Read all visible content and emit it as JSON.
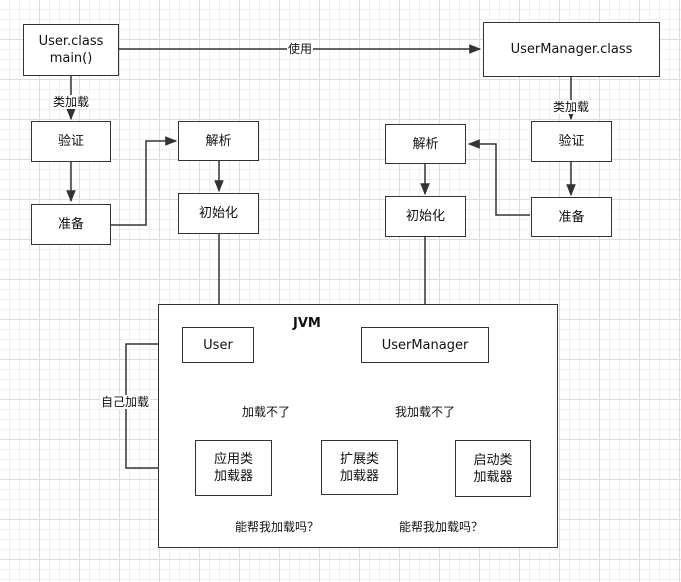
{
  "nodes": {
    "user_class": "User.class\nmain()",
    "usermanager_class": "UserManager.class",
    "verify_left": "验证",
    "prepare_left": "准备",
    "parse_left": "解析",
    "init_left": "初始化",
    "parse_right": "解析",
    "init_right": "初始化",
    "verify_right": "验证",
    "prepare_right": "准备",
    "jvm_title": "JVM",
    "user": "User",
    "usermanager": "UserManager",
    "app_loader": "应用类\n加载器",
    "ext_loader": "扩展类\n加载器",
    "boot_loader": "启动类\n加载器"
  },
  "edge_labels": {
    "use": "使用",
    "load_left": "类加载",
    "load_right": "类加载",
    "self_load": "自己加载",
    "cannot_load": "加载不了",
    "i_cannot_load": "我加载不了",
    "help_load_1": "能帮我加载吗？",
    "help_load_2": "能帮我加载吗？"
  }
}
